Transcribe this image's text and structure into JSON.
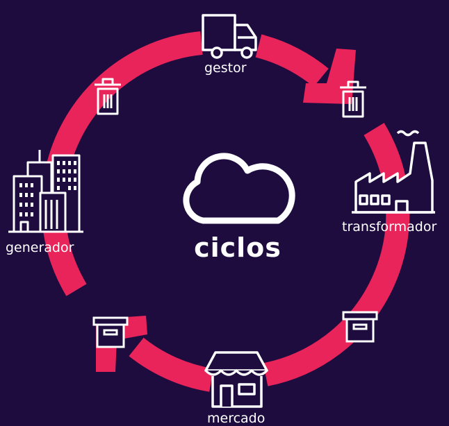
{
  "diagram": {
    "center": {
      "brand": "ciclos",
      "icon": "cloud-icon"
    },
    "nodes": [
      {
        "id": "gestor",
        "label": "gestor",
        "icon": "truck-icon"
      },
      {
        "id": "transformador",
        "label": "transformador",
        "icon": "factory-icon"
      },
      {
        "id": "mercado",
        "label": "mercado",
        "icon": "store-icon"
      },
      {
        "id": "generador",
        "label": "generador",
        "icon": "buildings-icon"
      }
    ],
    "flow_icons": [
      "trash-bin-icon",
      "trash-bin-icon",
      "box-icon",
      "box-icon"
    ],
    "colors": {
      "background": "#1e0c3f",
      "cycle": "#e8245a",
      "icon": "#ffffff"
    }
  }
}
